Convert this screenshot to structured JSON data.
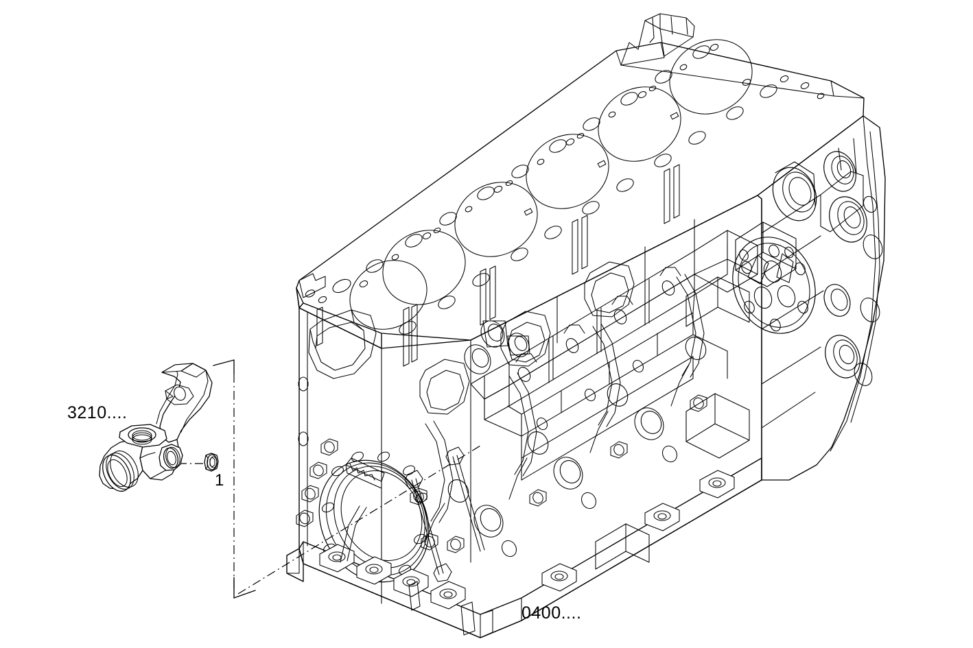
{
  "diagram": {
    "type": "exploded-parts-diagram",
    "subject": "Inline six-cylinder engine cylinder block with coolant pipe elbow",
    "background_color": "#ffffff",
    "line_color": "#000000",
    "labels": {
      "coolant_pipe_group": "3210....",
      "cylinder_block_group": "0400....",
      "item_callout_1": "1"
    },
    "callouts": [
      {
        "id": "1",
        "text": "1",
        "describes": "threaded plug at coolant pipe side port"
      }
    ],
    "groups": [
      {
        "code": "3210....",
        "name": "coolant pipe elbow assembly"
      },
      {
        "code": "0400....",
        "name": "cylinder block"
      }
    ],
    "leader_lines": {
      "style": "dash-dot",
      "plug_to_port": true,
      "assembly_bracket": true
    }
  }
}
